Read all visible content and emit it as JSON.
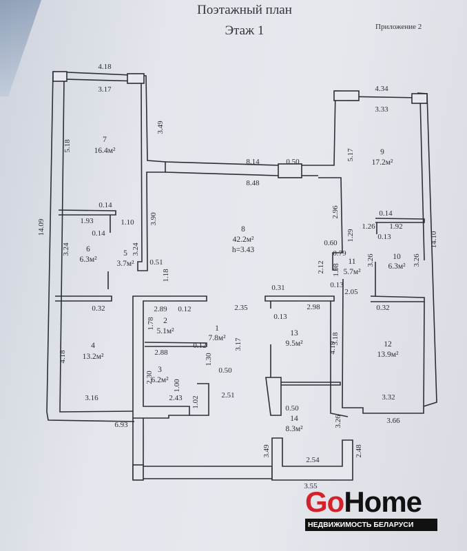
{
  "header": {
    "title": "Поэтажный план",
    "floor": "Этаж  1",
    "appendix": "Приложение  2"
  },
  "rooms": [
    {
      "num": "1",
      "area": "7.8м²"
    },
    {
      "num": "2",
      "area": "5.1м²"
    },
    {
      "num": "3",
      "area": "6.2м²"
    },
    {
      "num": "4",
      "area": "13.2м²"
    },
    {
      "num": "5",
      "area": "3.7м²"
    },
    {
      "num": "6",
      "area": "6.3м²"
    },
    {
      "num": "7",
      "area": "16.4м²"
    },
    {
      "num": "8",
      "area": "42.2м²",
      "height": "h=3.43"
    },
    {
      "num": "9",
      "area": "17.2м²"
    },
    {
      "num": "10",
      "area": "6.3м²"
    },
    {
      "num": "11",
      "area": "5.7м²"
    },
    {
      "num": "12",
      "area": "13.9м²"
    },
    {
      "num": "13",
      "area": "9.5м²"
    },
    {
      "num": "14",
      "area": "8.3м²"
    }
  ],
  "dims": [
    "4.18",
    "3.17",
    "3.49",
    "5.18",
    "14.09",
    "0.14",
    "1.93",
    "1.10",
    "0.14",
    "3.90",
    "3.24",
    "3.24",
    "0.51",
    "1.18",
    "0.32",
    "4.18",
    "3.16",
    "6.93",
    "8.14",
    "8.48",
    "0.50",
    "2.89",
    "0.12",
    "2.35",
    "1.78",
    "2.88",
    "0.12",
    "1.30",
    "2.30",
    "0.50",
    "1.00",
    "2.43",
    "1.02",
    "2.51",
    "3.17",
    "0.31",
    "0.13",
    "2.98",
    "4.34",
    "3.33",
    "5.17",
    "2.96",
    "0.14",
    "1.26",
    "1.92",
    "1.29",
    "0.13",
    "0.60",
    "0.79",
    "2.12",
    "1.98",
    "3.26",
    "3.26",
    "14.10",
    "0.13",
    "2.05",
    "0.32",
    "4.19",
    "3.18",
    "3.32",
    "3.66",
    "0.50",
    "3.26",
    "3.49",
    "2.48",
    "2.54",
    "3.55"
  ],
  "logo": {
    "go": "Go",
    "home": "Home",
    "tagline": "НЕДВИЖИМОСТЬ БЕЛАРУСИ"
  }
}
